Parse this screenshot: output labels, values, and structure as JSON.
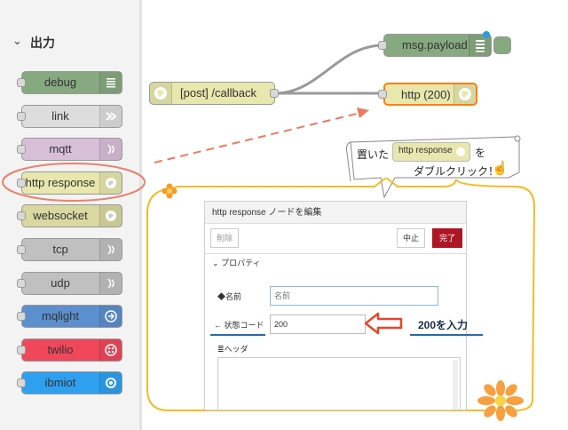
{
  "palette": {
    "category": "出力",
    "nodes": [
      {
        "label": "debug",
        "color": "#87a980",
        "icon": "debug-icon"
      },
      {
        "label": "link",
        "color": "#dddddd",
        "icon": "link-out-icon"
      },
      {
        "label": "mqtt",
        "color": "#d8bfd8",
        "icon": "bridge-icon"
      },
      {
        "label": "http response",
        "color": "#e7e7ae",
        "icon": "white-globe-icon"
      },
      {
        "label": "websocket",
        "color": "#d8d8a0",
        "icon": "white-globe-icon"
      },
      {
        "label": "tcp",
        "color": "#c0c0c0",
        "icon": "bridge-icon"
      },
      {
        "label": "udp",
        "color": "#c0c0c0",
        "icon": "bridge-icon"
      },
      {
        "label": "mqlight",
        "color": "#5c8fce",
        "icon": "arrow-right-icon"
      },
      {
        "label": "twilio",
        "color": "#f0475b",
        "icon": "twilio-icon"
      },
      {
        "label": "ibmiot",
        "color": "#2fa0f0",
        "icon": "iot-icon"
      }
    ]
  },
  "flow": {
    "http_in": {
      "label": "[post] /callback",
      "color": "#e7e7ae"
    },
    "debug": {
      "label": "msg.payload",
      "color": "#87a980"
    },
    "http_response": {
      "label": "http (200)",
      "color": "#e7e7ae",
      "border": "#ff7f0e"
    }
  },
  "callout": {
    "line1_prefix": "置いた",
    "node_label": "http response",
    "line1_suffix": "を",
    "line2": "ダブルクリック！"
  },
  "dialog": {
    "title": "http response ノードを編集",
    "delete_label": "削除",
    "cancel_label": "中止",
    "done_label": "完了",
    "section_label": "プロパティ",
    "name_label": "名前",
    "name_placeholder": "名前",
    "status_label": "状態コード",
    "status_value": "200",
    "headers_label": "ヘッダ"
  },
  "annotation": {
    "text": "200を入力"
  },
  "colors": {
    "highlight_ellipse": "#e8826d",
    "frame": "#f5bb26",
    "accent_underline": "#1f6fa8",
    "arrow_red": "#e8462a"
  }
}
